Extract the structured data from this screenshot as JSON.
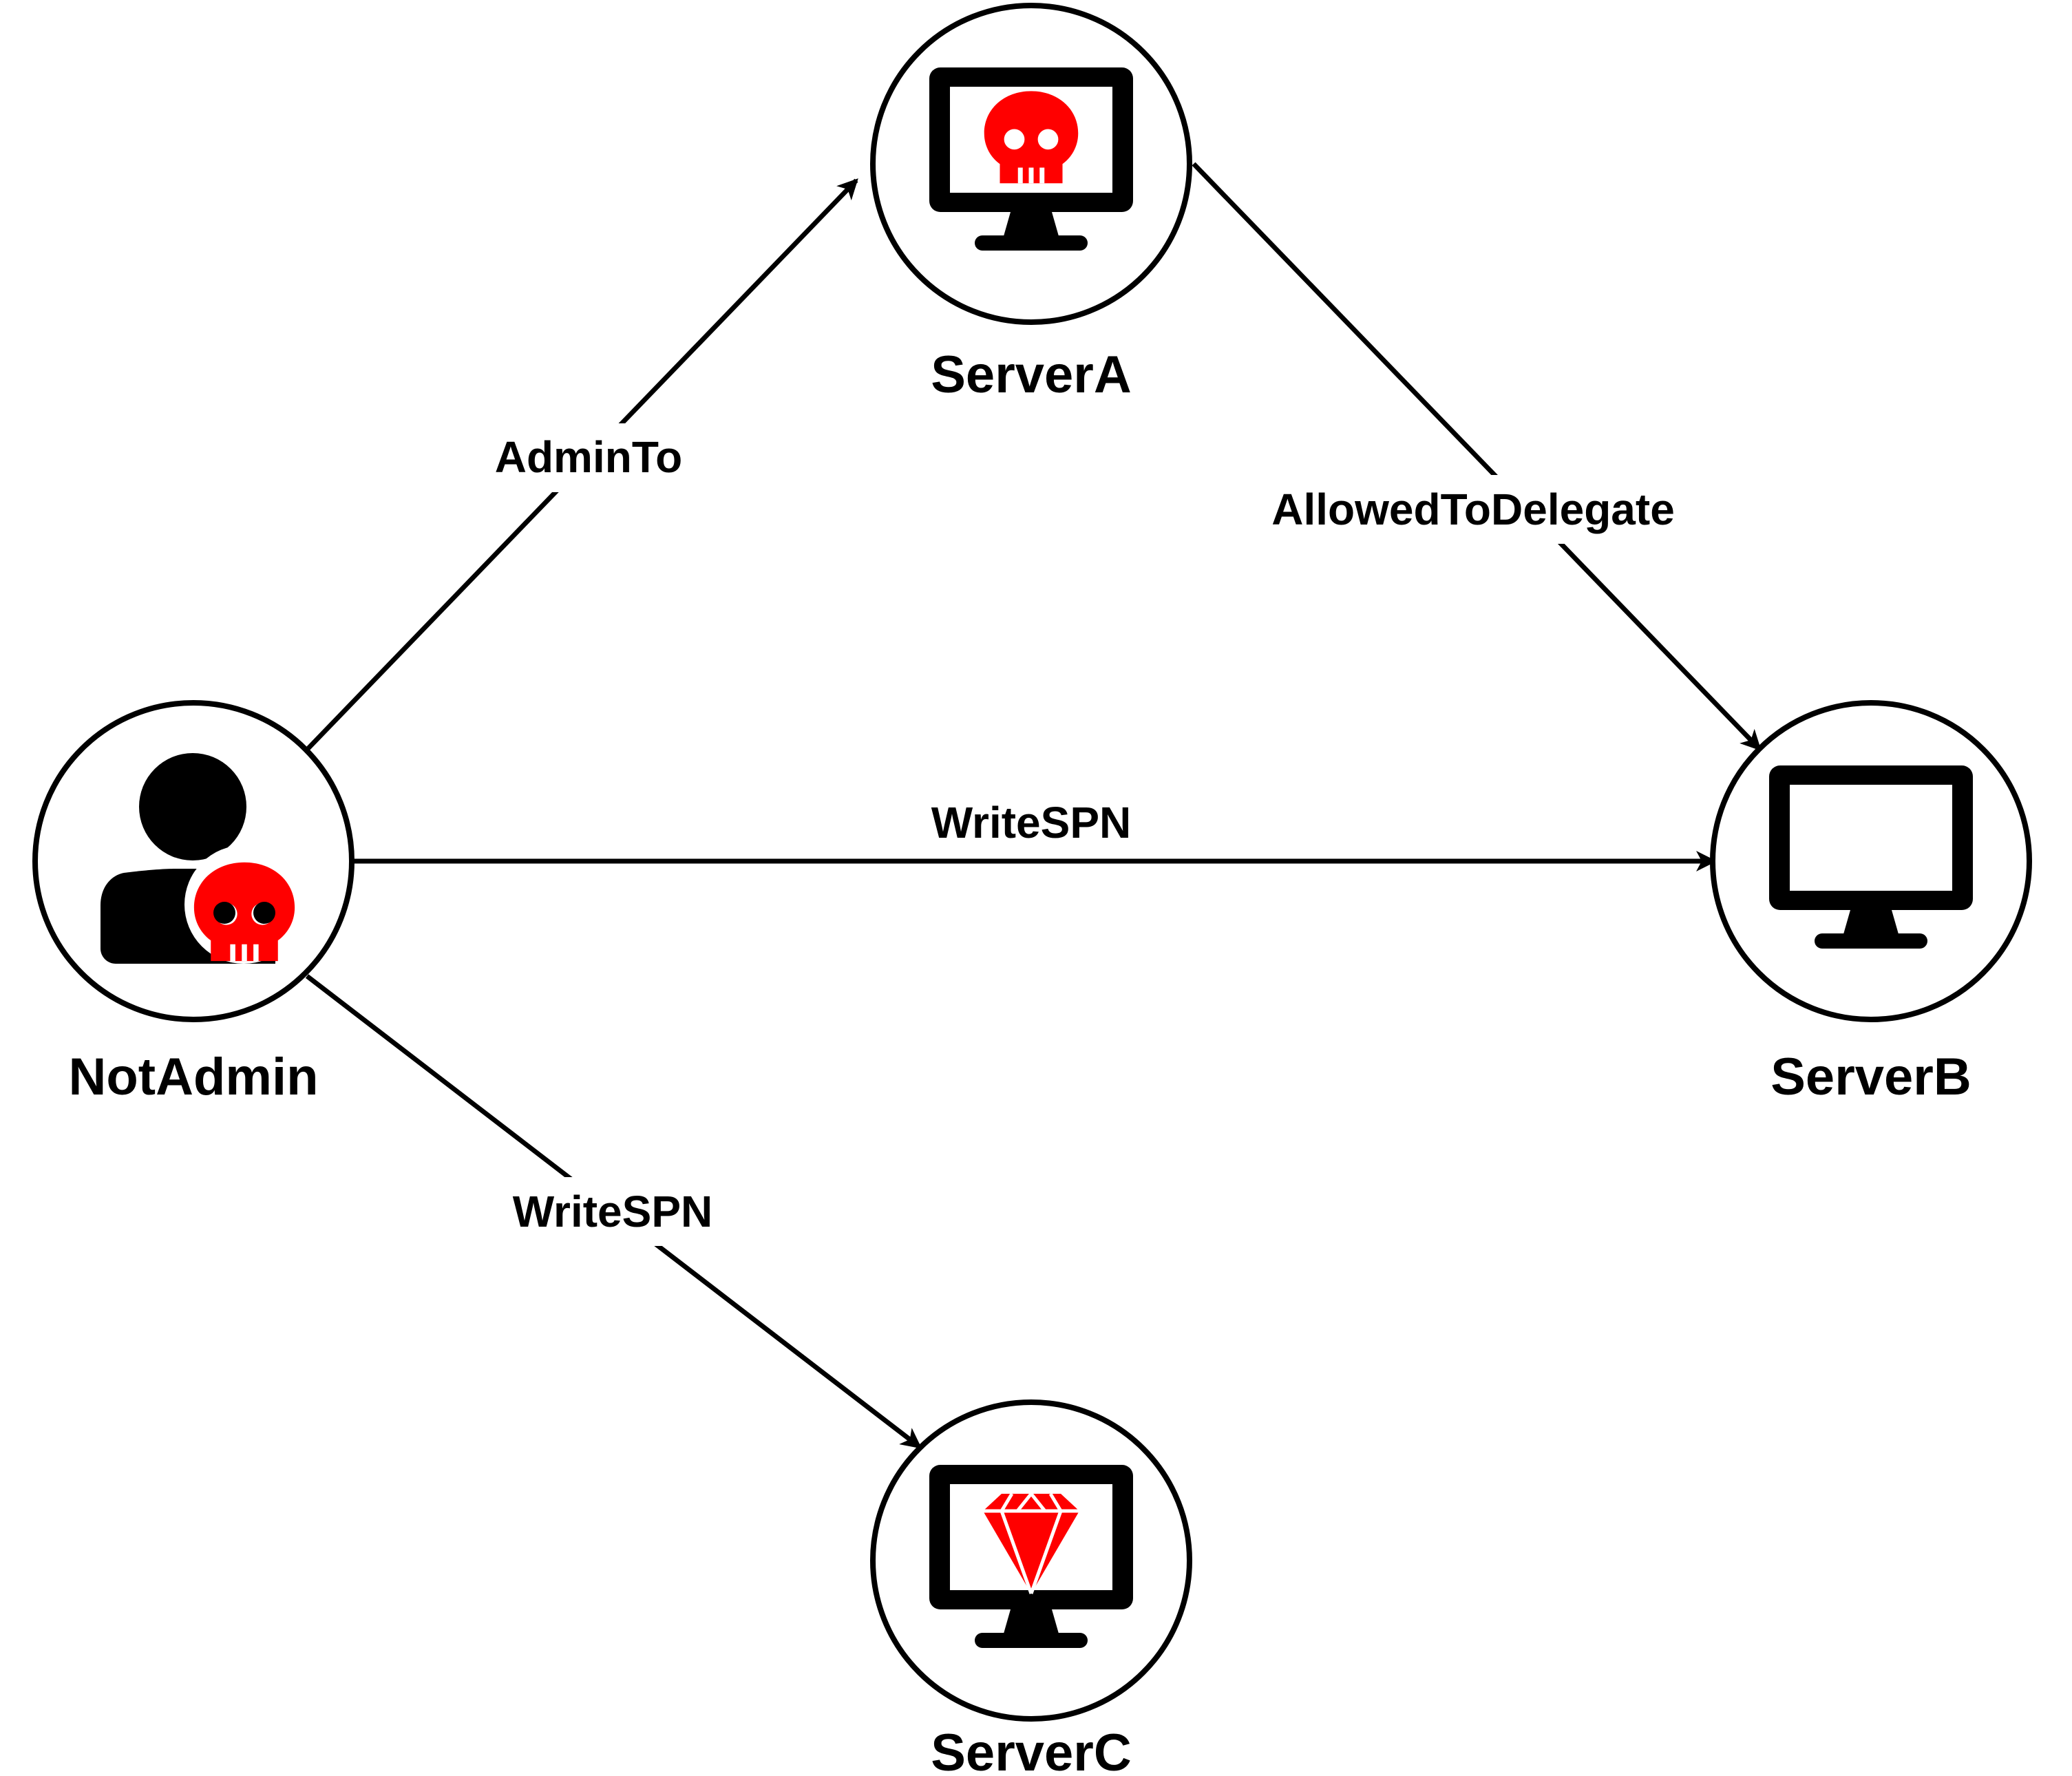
{
  "colors": {
    "stroke": "#000000",
    "threat": "#ff0000",
    "background": "#ffffff"
  },
  "nodes": {
    "notadmin": {
      "label": "NotAdmin",
      "icon": "user-skull-icon"
    },
    "servera": {
      "label": "ServerA",
      "icon": "monitor-skull-icon"
    },
    "serverb": {
      "label": "ServerB",
      "icon": "monitor-icon"
    },
    "serverc": {
      "label": "ServerC",
      "icon": "monitor-gem-icon"
    }
  },
  "edges": {
    "notadmin_servera": {
      "label": "AdminTo",
      "from": "NotAdmin",
      "to": "ServerA"
    },
    "servera_serverb": {
      "label": "AllowedToDelegate",
      "from": "ServerA",
      "to": "ServerB"
    },
    "notadmin_serverb": {
      "label": "WriteSPN",
      "from": "NotAdmin",
      "to": "ServerB"
    },
    "notadmin_serverc": {
      "label": "WriteSPN",
      "from": "NotAdmin",
      "to": "ServerC"
    }
  }
}
